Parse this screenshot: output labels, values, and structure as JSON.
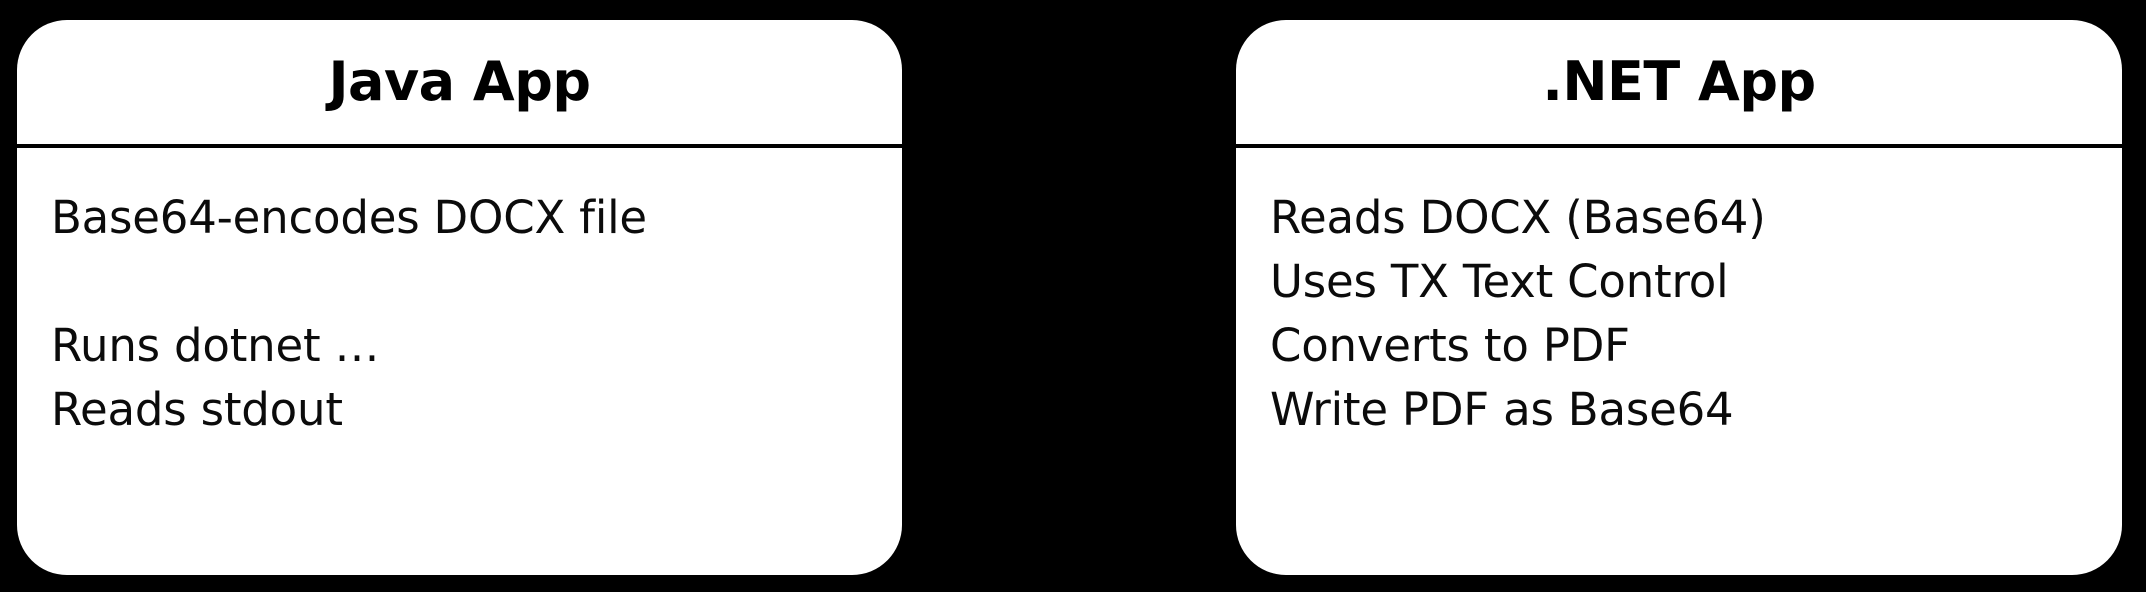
{
  "diagram": {
    "background_color": "#000000",
    "card_color": "#ffffff",
    "text_color": "#000000",
    "cards": [
      {
        "id": "java-app",
        "title": "Java App",
        "lines": [
          "Base64-encodes DOCX file",
          "",
          "Runs dotnet …",
          "Reads stdout"
        ]
      },
      {
        "id": "dotnet-app",
        "title": ".NET App",
        "lines": [
          "Reads DOCX (Base64)",
          "Uses TX Text Control",
          "Converts to PDF",
          "Write PDF as Base64"
        ]
      }
    ]
  }
}
